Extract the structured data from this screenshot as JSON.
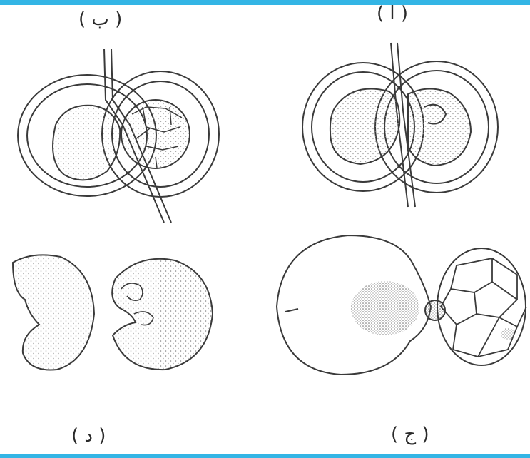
{
  "colors": {
    "frame": "#33b5e5",
    "ink": "#3a3a3a",
    "stipple": "#7a7a7a",
    "paper": "#ffffff"
  },
  "panels": {
    "top_right": {
      "label": "( ا )"
    },
    "top_left": {
      "label": "( ب )"
    },
    "bottom_right": {
      "label": "( ج )"
    },
    "bottom_left": {
      "label": "( د )"
    }
  }
}
